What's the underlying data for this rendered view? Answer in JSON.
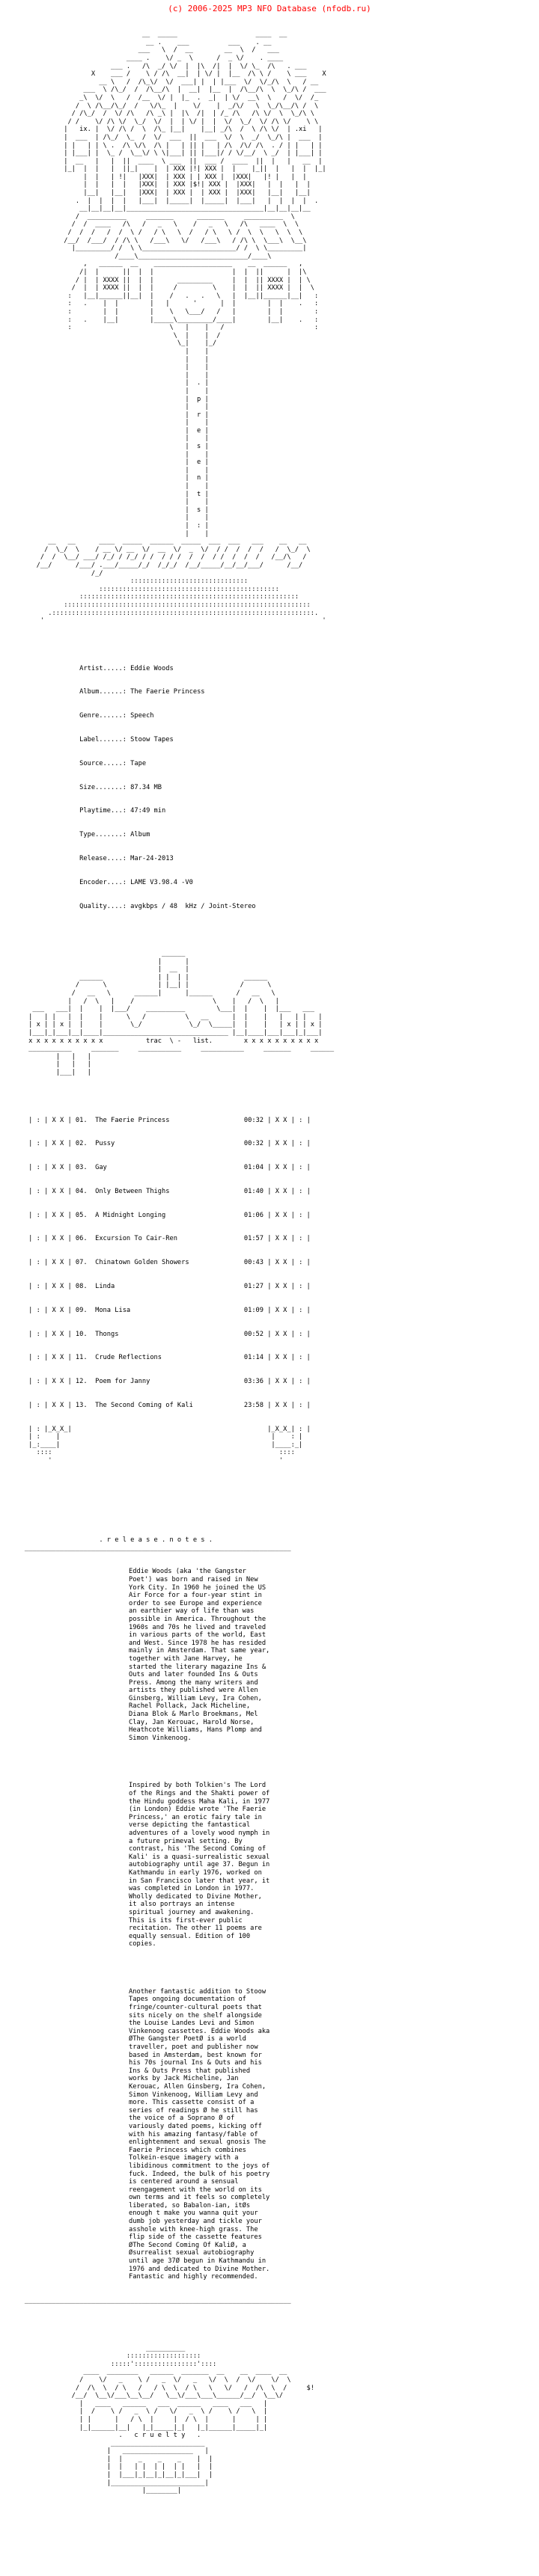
{
  "site": {
    "copyright": "(c) 2006-2025 MP3 NFO Database (nfodb.ru)",
    "accent_color": "#ff0000"
  },
  "art": {
    "top": "                                  __  _____                    ____  __\n                                   __ .    ___          ___    . __\n                                 ___   \\  /  __        __  \\  /   ___\n                              ____ .    \\/ _  \\      /  _ \\/    . ____\n                          ___ .   /\\  _/ \\/  |  |\\  /|  |  \\/ \\_  /\\   . ___\n                     X    ___ /    \\ / /\\  __|  | \\/ |  |__  /\\ \\ /    \\ ___    X\n                       __ \\   /  /\\_\\/  \\/  ___| |  | |___  \\/  \\/_/\\  \\   / __\n                   ___  \\ /\\_/  /  /\\__/\\  |  __|  |__  |  /\\__/\\  \\  \\_/\\ /  ___\n                  _\\  \\/  \\   /  /__  \\/ |  |_  .  _|  | \\/  __\\  \\   /  \\/  /_\n                 /  \\ /\\__/\\_/  /   \\/\\_  |    \\/    |  _/\\/   \\  \\_/\\__/\\ /  \\\n                / /\\_/  /  \\/ /\\   /\\ _\\ |  |\\  /|  | /_ /\\   /\\ \\/  \\  \\_/\\ \\\n               / /    \\/ /\\ \\/  \\_/  \\/  |  | \\/ |  |  \\/  \\_/  \\/ /\\ \\/    \\ \\\n              |   ix. |  \\/ /\\ /  \\  /\\_ |__|    |__| _/\\  /  \\ /\\ \\/  | .xi   |\n              |  ___  | /\\_/  \\_  /  \\/  ___  ||  ___  \\/  \\  _/  \\_/\\ |  ___  |\n              | |   | | \\ .  /\\ \\/\\  /\\ |   | || |   | /\\  /\\/ /\\  . / | |   | |\n              | |___| |  \\_ /  \\__\\/ \\ \\|___| || |___|/ / \\/__/  \\ _/  | |___| |\n              |  __   |   |  ||  ____  \\ ___  ||  ___ /  ____  ||  |   |   __  |\n              |_|  |  |   |  ||_|    |  | XXX |!| XXX |  |    |_||  |   |  |  |_|\n                   |  |   | !|   |XXX|  | XXX | | XXX |  |XXX|   |! |   |  |\n                   |  |   |  |   |XXX|  | XXX |$!| XXX |  |XXX|   |  |   |  |\n                   |__|   |__|   |XXX|  | XXX |  | XXX |  |XXX|   |__|   |__|\n                 .  |  |  |  |   |___|  |_____|  |_____|  |___|   |  |  |  |  .\n                  __|__|__|__|___________________________________|__|__|__|__\n                 /  __________     _______      _______     __________  \\\n                /  /  ____   /\\   /   _   \\    /   _   \\   /\\   ____  \\  \\\n               /  /  /   /  /  \\ /   / \\   \\  /   / \\   \\ /  \\  \\   \\  \\  \\\n              /__/  /___/  / /\\ \\   /___\\   \\/   /___\\   / /\\ \\  \\___\\  \\__\\\n                |_________/ /  \\ \\________________________/ /  \\ \\_________|\n                           /____\\____________________________/____\\\n                   ,   ______  __    ____________________    __  ______   ,\n                  /|  |      ||  |  |                    |  |  ||      |  |\\\n                 / |  | XXXX ||  |  |      _________     |  |  || XXXX |  | \\\n                /  |  | XXXX ||  |  |     /         \\    |  |  || XXXX |  |  \\\n               :   |__|______||__|  |    /   .   .   \\   |  |__||______|__|   :\n               :   .    |  |        |   |      '      |  |        |  |    .   :\n               :        |  |        |    \\   \\___/   /   |        |  |        :\n               :   .    |__|        |_____\\_________/____|        |__|    .   :\n               :                         \\   |    |   /                       :\n                                          \\  |    |  /\n                                           \\_|    |_/\n                                             |    |\n                                             |    |\n                                             |    |\n                                             |    |\n                                             |  . |\n                                             |    |\n                                             |  p |\n                                             |    |\n                                             |  r |\n                                             |    |\n                                             |  e |\n                                             |    |\n                                             |  s |\n                                             |    |\n                                             |  e |\n                                             |    |\n                                             |  n |\n                                             |    |\n                                             |  t |\n                                             |    |\n                                             |  s |\n                                             |    |\n                                             |  : |\n                                             |    |\n          __   __      ____  _____  ______  _____  ___  ___   ___    __   __\n         /  \\_/  \\    / __ \\/ __  \\/  __  \\/  _  \\/  / /  /  /  /   /  \\_/  \\\n        /  /  \\__/ ___/ /_/ / /_/ / /  / / /  /  /  / /  /  /  /   /__/\\   /\n       /__/      /___/ .___/_____/_/  /_/_/  /__/_____/__/__/___/      /__/\n                     /_/\n                               ::::::::::::::::::::::::::::::\n                       ::::::::::::::::::::::::::::::::::::::::::::::\n                  ::::::::::::::::::::::::::::::::::::::::::::::::::::::::\n              :::::::::::::::::::::::::::::::::::::::::::::::::::::::::::::::\n          .:::::::::::::::::::::::::::::::::::::::::::::::::::::::::::::::::::.\n        '                                                                       '",
    "middle": "                                       ______\n                                      |      |\n                                      |  __  |\n                  ______              | |  | |              ______\n                 /      \\             | |__| |             /      \\\n                /   __   \\      ______|      |______      /   __   \\\n               |   /  \\   |    /                    \\    |   /  \\   |\n      ___   ___|  |    |  |___/    __________        \\___|  |    |  |___   ___\n     |   | |   |  |    |      \\   /          \\   __      |  |    |   |   | |   |\n     | x | | x |  |    |       \\_/            \\_/  \\_____|  |    |   | x | | x |\n     |___|_|___|__|____|________________________________ |__|____|___|___|_|___|\n     x x x x x x x x x x           trac  \\ -   list.        x x x x x x x x x x\n     ___________     _______     ___________     ___________     _______     ______\n            |   |   |\n            |   |   |\n            |___|   |",
    "bottom": "                                   __________\n                              :::::::::::::::::::\n                          :::::'::::::::::::::::'::::\n                   ____  ________   ______  _______  __    __  ____  __\n                  /    \\/   _    \\ /   _  \\/   _   \\/  \\  /  \\/    \\/  \\\n                 /  /\\  \\  / \\   /   / \\  \\  / \\   \\   \\/   /  /\\  \\  /     $!\n                /__/  \\__\\/___\\__\\__/   \\__\\/___\\___\\______/__/  \\__\\/\n                  |   ____   ______   ___  ______   ____   ___   |\n                  |  /    \\ /   _  \\ /   \\/   _  \\ /    \\ /   \\  |\n                  | |      |   / \\  |     |  / \\  |      |     | |\n                  |_|______|__|   |_|_____|_|   |_|______|_____|_|\n                            .   c r u e l t y   .\n                          ________________________\n                         |   __________________   |\n                         |  |    _    _    _    |  |\n                         |  |   | |  | |  | |   |  |\n                         |  |___|_|__|_|__|_|___|  |\n                         |________________________|\n                                  |________|"
  },
  "info": {
    "rows": [
      {
        "label": "Artist.....:",
        "value": "Eddie Woods"
      },
      {
        "label": "Album......:",
        "value": "The Faerie Princess"
      },
      {
        "label": "Genre......:",
        "value": "Speech"
      },
      {
        "label": "Label......:",
        "value": "Stoow Tapes"
      },
      {
        "label": "Source.....:",
        "value": "Tape"
      },
      {
        "label": "Size.......:",
        "value": "87.34 MB"
      },
      {
        "label": "Playtime...:",
        "value": "47:49 min"
      },
      {
        "label": "Type.......:",
        "value": "Album"
      },
      {
        "label": "Release....:",
        "value": "Mar-24-2013"
      },
      {
        "label": "Encoder....:",
        "value": "LAME V3.98.4 -V0"
      },
      {
        "label": "Quality....:",
        "value": "avgkbps / 48  kHz / Joint-Stereo"
      }
    ]
  },
  "tracklist": {
    "tracks": [
      {
        "num": "01.",
        "title": "The Faerie Princess",
        "time": "00:32"
      },
      {
        "num": "02.",
        "title": "Pussy",
        "time": "00:32"
      },
      {
        "num": "03.",
        "title": "Gay",
        "time": "01:04"
      },
      {
        "num": "04.",
        "title": "Only Between Thighs",
        "time": "01:40"
      },
      {
        "num": "05.",
        "title": "A Midnight Longing",
        "time": "01:06"
      },
      {
        "num": "06.",
        "title": "Excursion To Cair-Ren",
        "time": "01:57"
      },
      {
        "num": "07.",
        "title": "Chinatown Golden Showers",
        "time": "00:43"
      },
      {
        "num": "08.",
        "title": "Linda",
        "time": "01:27"
      },
      {
        "num": "09.",
        "title": "Mona Lisa",
        "time": "01:09"
      },
      {
        "num": "10.",
        "title": "Thongs",
        "time": "00:52"
      },
      {
        "num": "11.",
        "title": "Crude Reflections",
        "time": "01:14"
      },
      {
        "num": "12.",
        "title": "Poem for Janny",
        "time": "03:36"
      },
      {
        "num": "13.",
        "title": "The Second Coming of Kali",
        "time": "23:58"
      }
    ]
  },
  "notes": {
    "heading": ". r e l e a s e . n o t e s .",
    "paragraphs": [
      "Eddie Woods (aka 'the Gangster\nPoet') was born and raised in New\nYork City. In 1960 he joined the US\nAir Force for a four-year stint in\norder to see Europe and experience\nan earthier way of life than was\npossible in America. Throughout the\n1960s and 70s he lived and traveled\nin various parts of the world, East\nand West. Since 1978 he has resided\nmainly in Amsterdam. That same year,\ntogether with Jane Harvey, he\nstarted the literary magazine Ins &\nOuts and later founded Ins & Outs\nPress. Among the many writers and\nartists they published were Allen\nGinsberg, William Levy, Ira Cohen,\nRachel Pollack, Jack Micheline,\nDiana Blok & Marlo Broekmans, Mel\nClay, Jan Kerouac, Harold Norse,\nHeathcote Williams, Hans Plomp and\nSimon Vinkenoog.",
      "Inspired by both Tolkien's The Lord\nof the Rings and the Shakti power of\nthe Hindu goddess Maha Kali, in 1977\n(in London) Eddie wrote 'The Faerie\nPrincess,' an erotic fairy tale in\nverse depicting the fantastical\nadventures of a lovely wood nymph in\na future primeval setting. By\ncontrast, his 'The Second Coming of\nKali' is a quasi-surrealistic sexual\nautobiography until age 37. Begun in\nKathmandu in early 1976, worked on\nin San Francisco later that year, it\nwas completed in London in 1977.\nWholly dedicated to Divine Mother,\nit also portrays an intense\nspiritual journey and awakening.\nThis is its first-ever public\nrecitation. The other 11 poems are\nequally sensual. Edition of 100\ncopies.",
      "Another fantastic addition to Stoow\nTapes ongoing documentation of\nfringe/counter-cultural poets that\nsits nicely on the shelf alongside\nthe Louise Landes Levi and Simon\nVinkenoog cassettes. Eddie Woods aka\nØThe Gangster PoetØ is a world\ntraveller, poet and publisher now\nbased in Amsterdam, best known for\nhis 70s journal Ins & Outs and his\nIns & Outs Press that published\nworks by Jack Micheline, Jan\nKerouac, Allen Ginsberg, Ira Cohen,\nSimon Vinkenoog, William Levy and\nmore. This cassette consist of a\nseries of readings Ø he still has\nthe voice of a Soprano Ø of\nvariously dated poems, kicking off\nwith his amazing fantasy/fable of\nenlightenment and sexual gnosis The\nFaerie Princess which combines\nTolkein-esque imagery with a\nlibidinous commitment to the joys of\nfuck. Indeed, the bulk of his poetry\nis centered around a sensual\nreengagement with the world on its\nown terms and it feels so completely\nliberated, so Babalon-ian, itØs\nenough t make you wanna quit your\ndumb job yesterday and tickle your\nasshole with knee-high grass. The\nflip side of the cassette features\nØThe Second Coming Of KaliØ, a\nØsurrealist sexual autobiography\nuntil age 37Ø begun in Kathmandu in\n1976 and dedicated to Divine Mother.\nFantastic and highly recommended."
    ]
  }
}
